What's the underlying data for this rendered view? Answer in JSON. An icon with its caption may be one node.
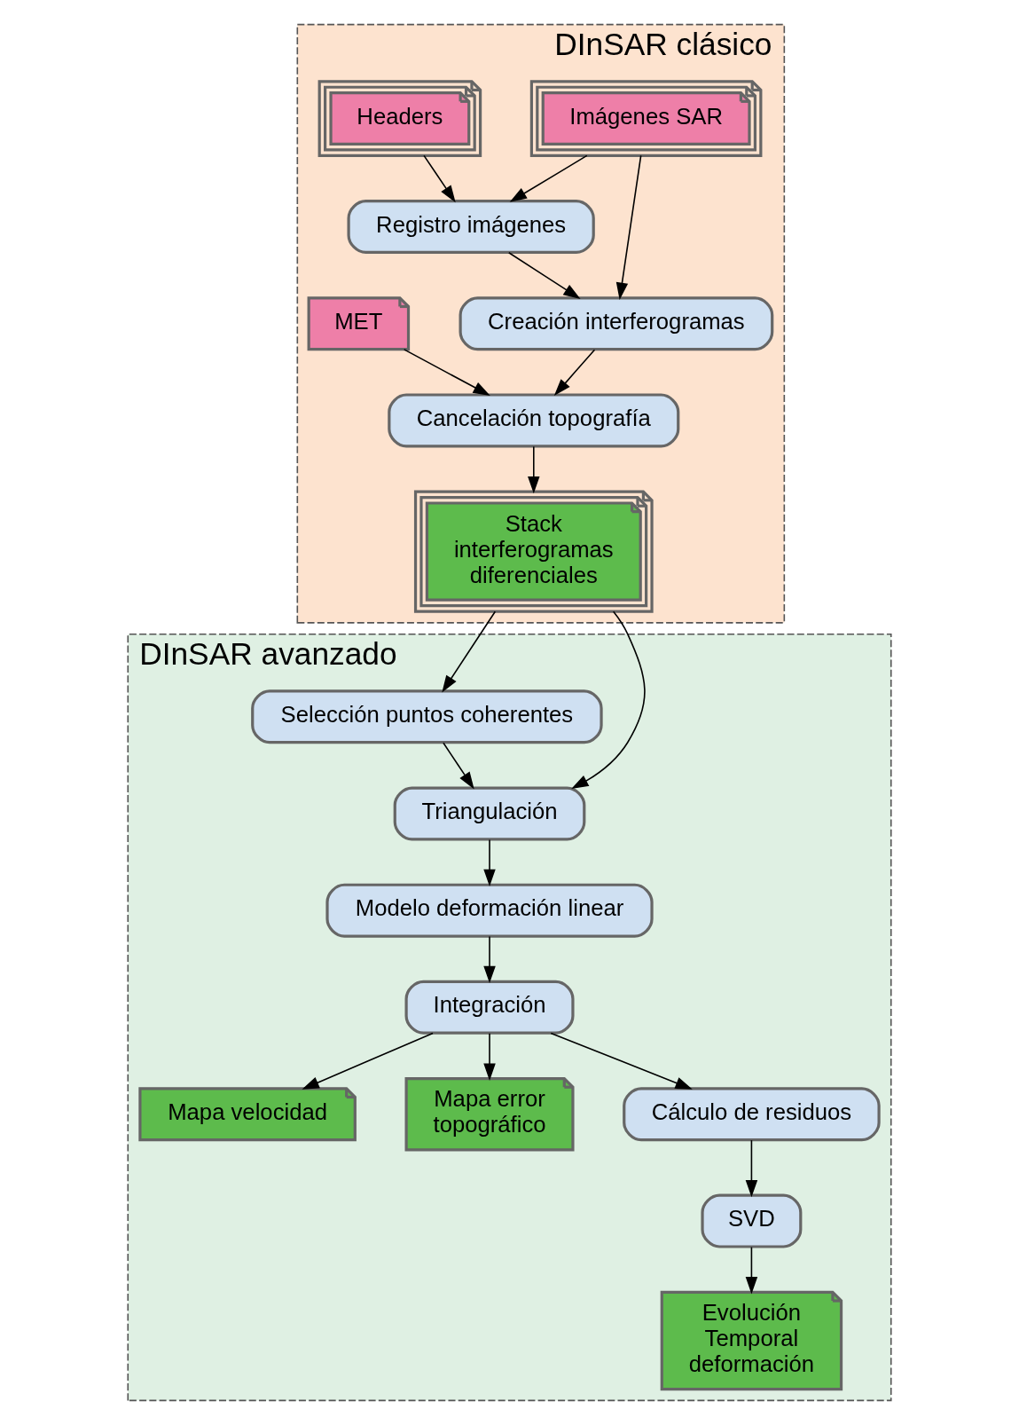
{
  "diagram": {
    "nodes": [
      {
        "text": [
          "DInSAR clásico"
        ]
      },
      {
        "text": [
          "Imágenes SAR"
        ],
        "in": 0
      },
      {
        "text": [
          "Headers"
        ],
        "in": 0
      },
      {
        "text": [
          "MET"
        ],
        "in": 0
      },
      {
        "text": [
          "Registro imágenes"
        ],
        "in": 0
      },
      {
        "text": [
          "Creación interferogramas"
        ],
        "in": 0
      },
      {
        "text": [
          "Cancelación topografía"
        ],
        "in": 0
      },
      {
        "text": [
          "Stack interferogramas diferenciales"
        ],
        "in": 0
      },
      {
        "text": [
          "DInSAR avanzado"
        ]
      },
      {
        "text": [
          "Selección puntos coherentes"
        ],
        "in": 8
      },
      {
        "text": [
          "Triangulación"
        ],
        "in": 8
      },
      {
        "text": [
          "Modelo deformación linear"
        ],
        "in": 8
      },
      {
        "text": [
          "Integración"
        ],
        "in": 8
      },
      {
        "text": [
          "Mapa velocidad"
        ],
        "in": 8
      },
      {
        "text": [
          "Mapa error topográfico"
        ],
        "in": 8
      },
      {
        "text": [
          "Cálculo de residuos"
        ],
        "in": 8
      },
      {
        "text": [
          "SVD"
        ],
        "in": 8
      },
      {
        "text": [
          "Evolución Temporal deformación"
        ],
        "in": 8
      }
    ],
    "edges": [
      {
        "from": 2,
        "to": 4,
        "arrow": "to"
      },
      {
        "from": 1,
        "to": 4,
        "arrow": "to"
      },
      {
        "from": 1,
        "to": 5,
        "arrow": "to"
      },
      {
        "from": 4,
        "to": 5,
        "arrow": "to"
      },
      {
        "from": 5,
        "to": 6,
        "arrow": "to"
      },
      {
        "from": 3,
        "to": 6,
        "arrow": "to"
      },
      {
        "from": 6,
        "to": 7,
        "arrow": "to"
      },
      {
        "from": 7,
        "to": 9,
        "arrow": "to"
      },
      {
        "from": 7,
        "to": 10,
        "arrow": "to"
      },
      {
        "from": 9,
        "to": 10,
        "arrow": "to"
      },
      {
        "from": 10,
        "to": 11,
        "arrow": "to"
      },
      {
        "from": 11,
        "to": 12,
        "arrow": "to"
      },
      {
        "from": 12,
        "to": 13,
        "arrow": "to"
      },
      {
        "from": 12,
        "to": 14,
        "arrow": "to"
      },
      {
        "from": 12,
        "to": 15,
        "arrow": "to"
      },
      {
        "from": 15,
        "to": 16,
        "arrow": "to"
      },
      {
        "from": 16,
        "to": 17,
        "arrow": "to"
      }
    ]
  }
}
